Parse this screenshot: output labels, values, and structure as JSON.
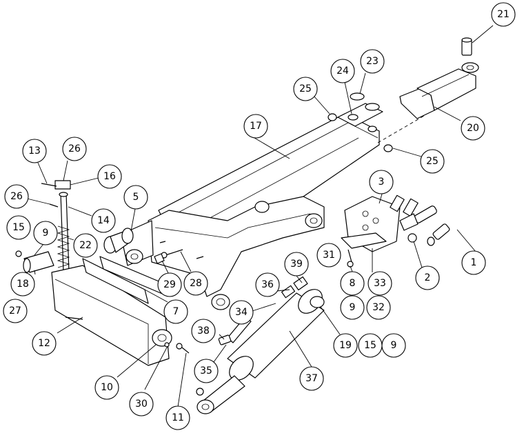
{
  "diagram": {
    "type": "exploded-parts-drawing",
    "callouts": [
      {
        "id": "c1",
        "label": "1"
      },
      {
        "id": "c2",
        "label": "2"
      },
      {
        "id": "c3",
        "label": "3"
      },
      {
        "id": "c5",
        "label": "5"
      },
      {
        "id": "c7",
        "label": "7"
      },
      {
        "id": "c8",
        "label": "8"
      },
      {
        "id": "c9a",
        "label": "9"
      },
      {
        "id": "c9b",
        "label": "9"
      },
      {
        "id": "c9c",
        "label": "9"
      },
      {
        "id": "c10",
        "label": "10"
      },
      {
        "id": "c11",
        "label": "11"
      },
      {
        "id": "c12",
        "label": "12"
      },
      {
        "id": "c13",
        "label": "13"
      },
      {
        "id": "c14",
        "label": "14"
      },
      {
        "id": "c15a",
        "label": "15"
      },
      {
        "id": "c15b",
        "label": "15"
      },
      {
        "id": "c16",
        "label": "16"
      },
      {
        "id": "c17",
        "label": "17"
      },
      {
        "id": "c18",
        "label": "18"
      },
      {
        "id": "c19",
        "label": "19"
      },
      {
        "id": "c20",
        "label": "20"
      },
      {
        "id": "c21",
        "label": "21"
      },
      {
        "id": "c22",
        "label": "22"
      },
      {
        "id": "c23",
        "label": "23"
      },
      {
        "id": "c24",
        "label": "24"
      },
      {
        "id": "c25a",
        "label": "25"
      },
      {
        "id": "c25b",
        "label": "25"
      },
      {
        "id": "c26a",
        "label": "26"
      },
      {
        "id": "c26b",
        "label": "26"
      },
      {
        "id": "c27",
        "label": "27"
      },
      {
        "id": "c28",
        "label": "28"
      },
      {
        "id": "c29",
        "label": "29"
      },
      {
        "id": "c30",
        "label": "30"
      },
      {
        "id": "c31",
        "label": "31"
      },
      {
        "id": "c32",
        "label": "32"
      },
      {
        "id": "c33",
        "label": "33"
      },
      {
        "id": "c34",
        "label": "34"
      },
      {
        "id": "c35",
        "label": "35"
      },
      {
        "id": "c36",
        "label": "36"
      },
      {
        "id": "c37",
        "label": "37"
      },
      {
        "id": "c38",
        "label": "38"
      },
      {
        "id": "c39",
        "label": "39"
      }
    ]
  }
}
